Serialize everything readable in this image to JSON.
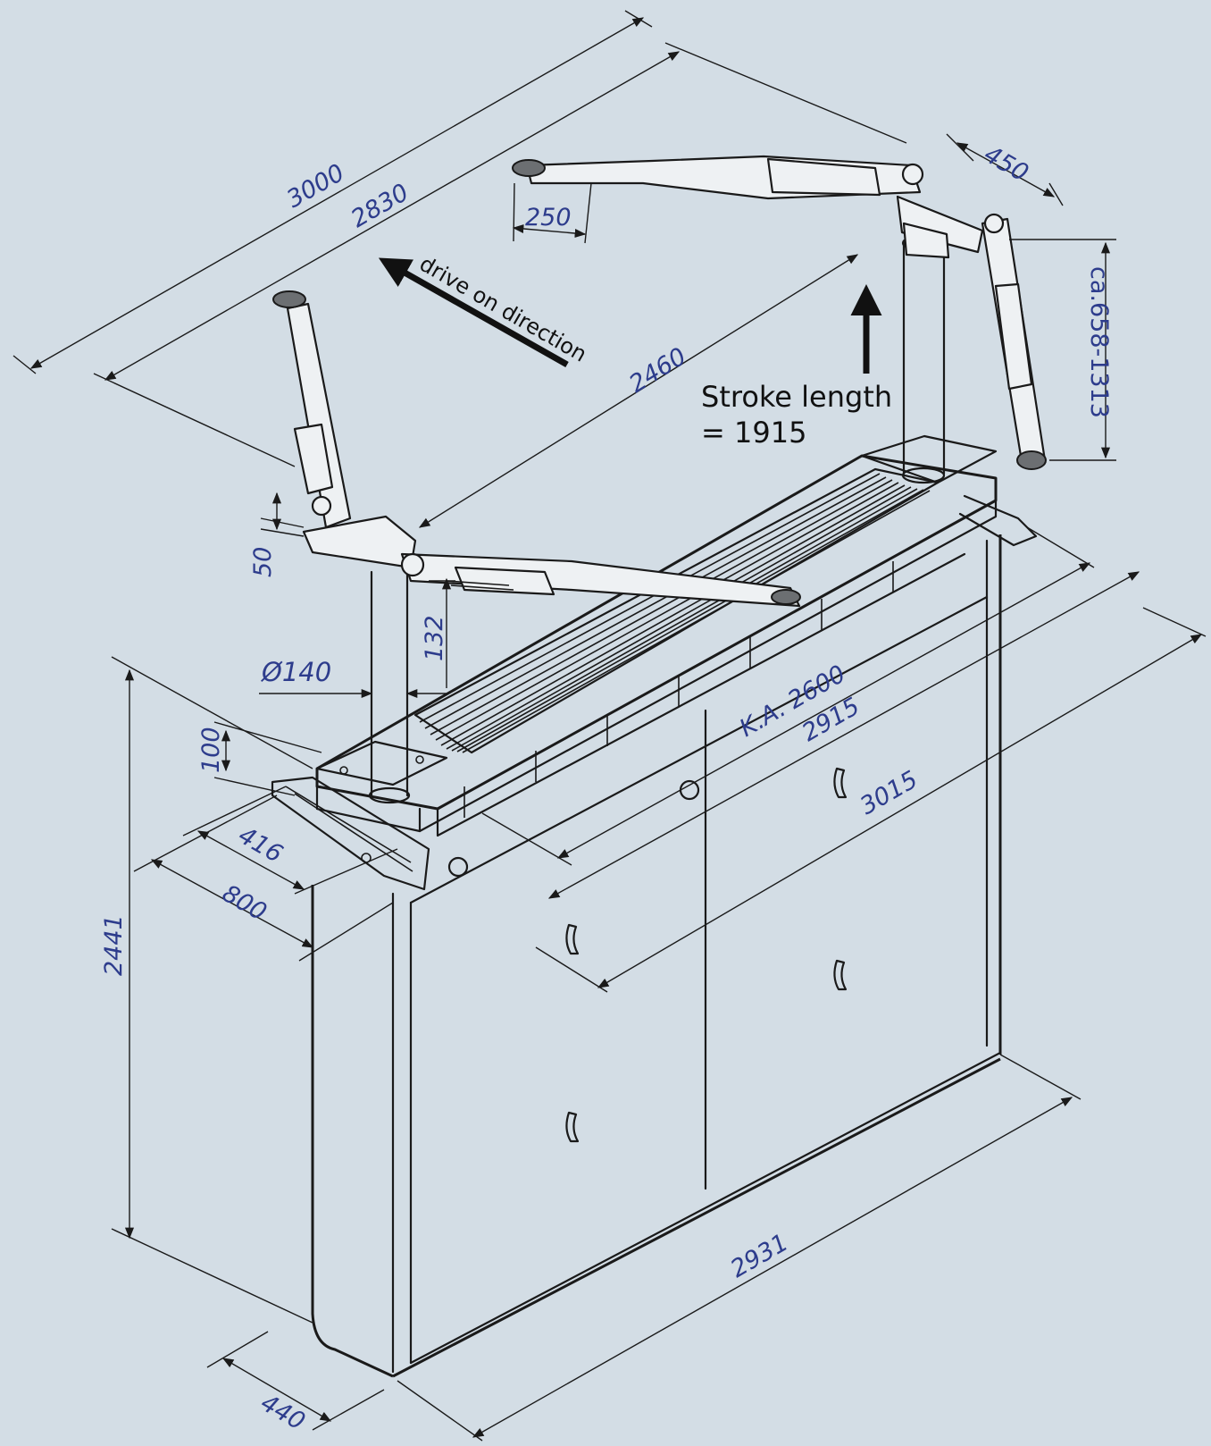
{
  "labels": {
    "drive_direction": "drive on direction",
    "stroke_line1": "Stroke length",
    "stroke_line2": "= 1915"
  },
  "dimensions": {
    "d3000": "3000",
    "d2830": "2830",
    "d2460": "2460",
    "d250": "250",
    "d450": "450",
    "d658": "ca.658-1313",
    "d50": "50",
    "d132": "132",
    "d140": "Ø140",
    "d100": "100",
    "d416": "416",
    "d800": "800",
    "d2441": "2441",
    "d2600": "K.A. 2600",
    "d2915": "2915",
    "d3015": "3015",
    "d2931": "2931",
    "d440": "440"
  }
}
